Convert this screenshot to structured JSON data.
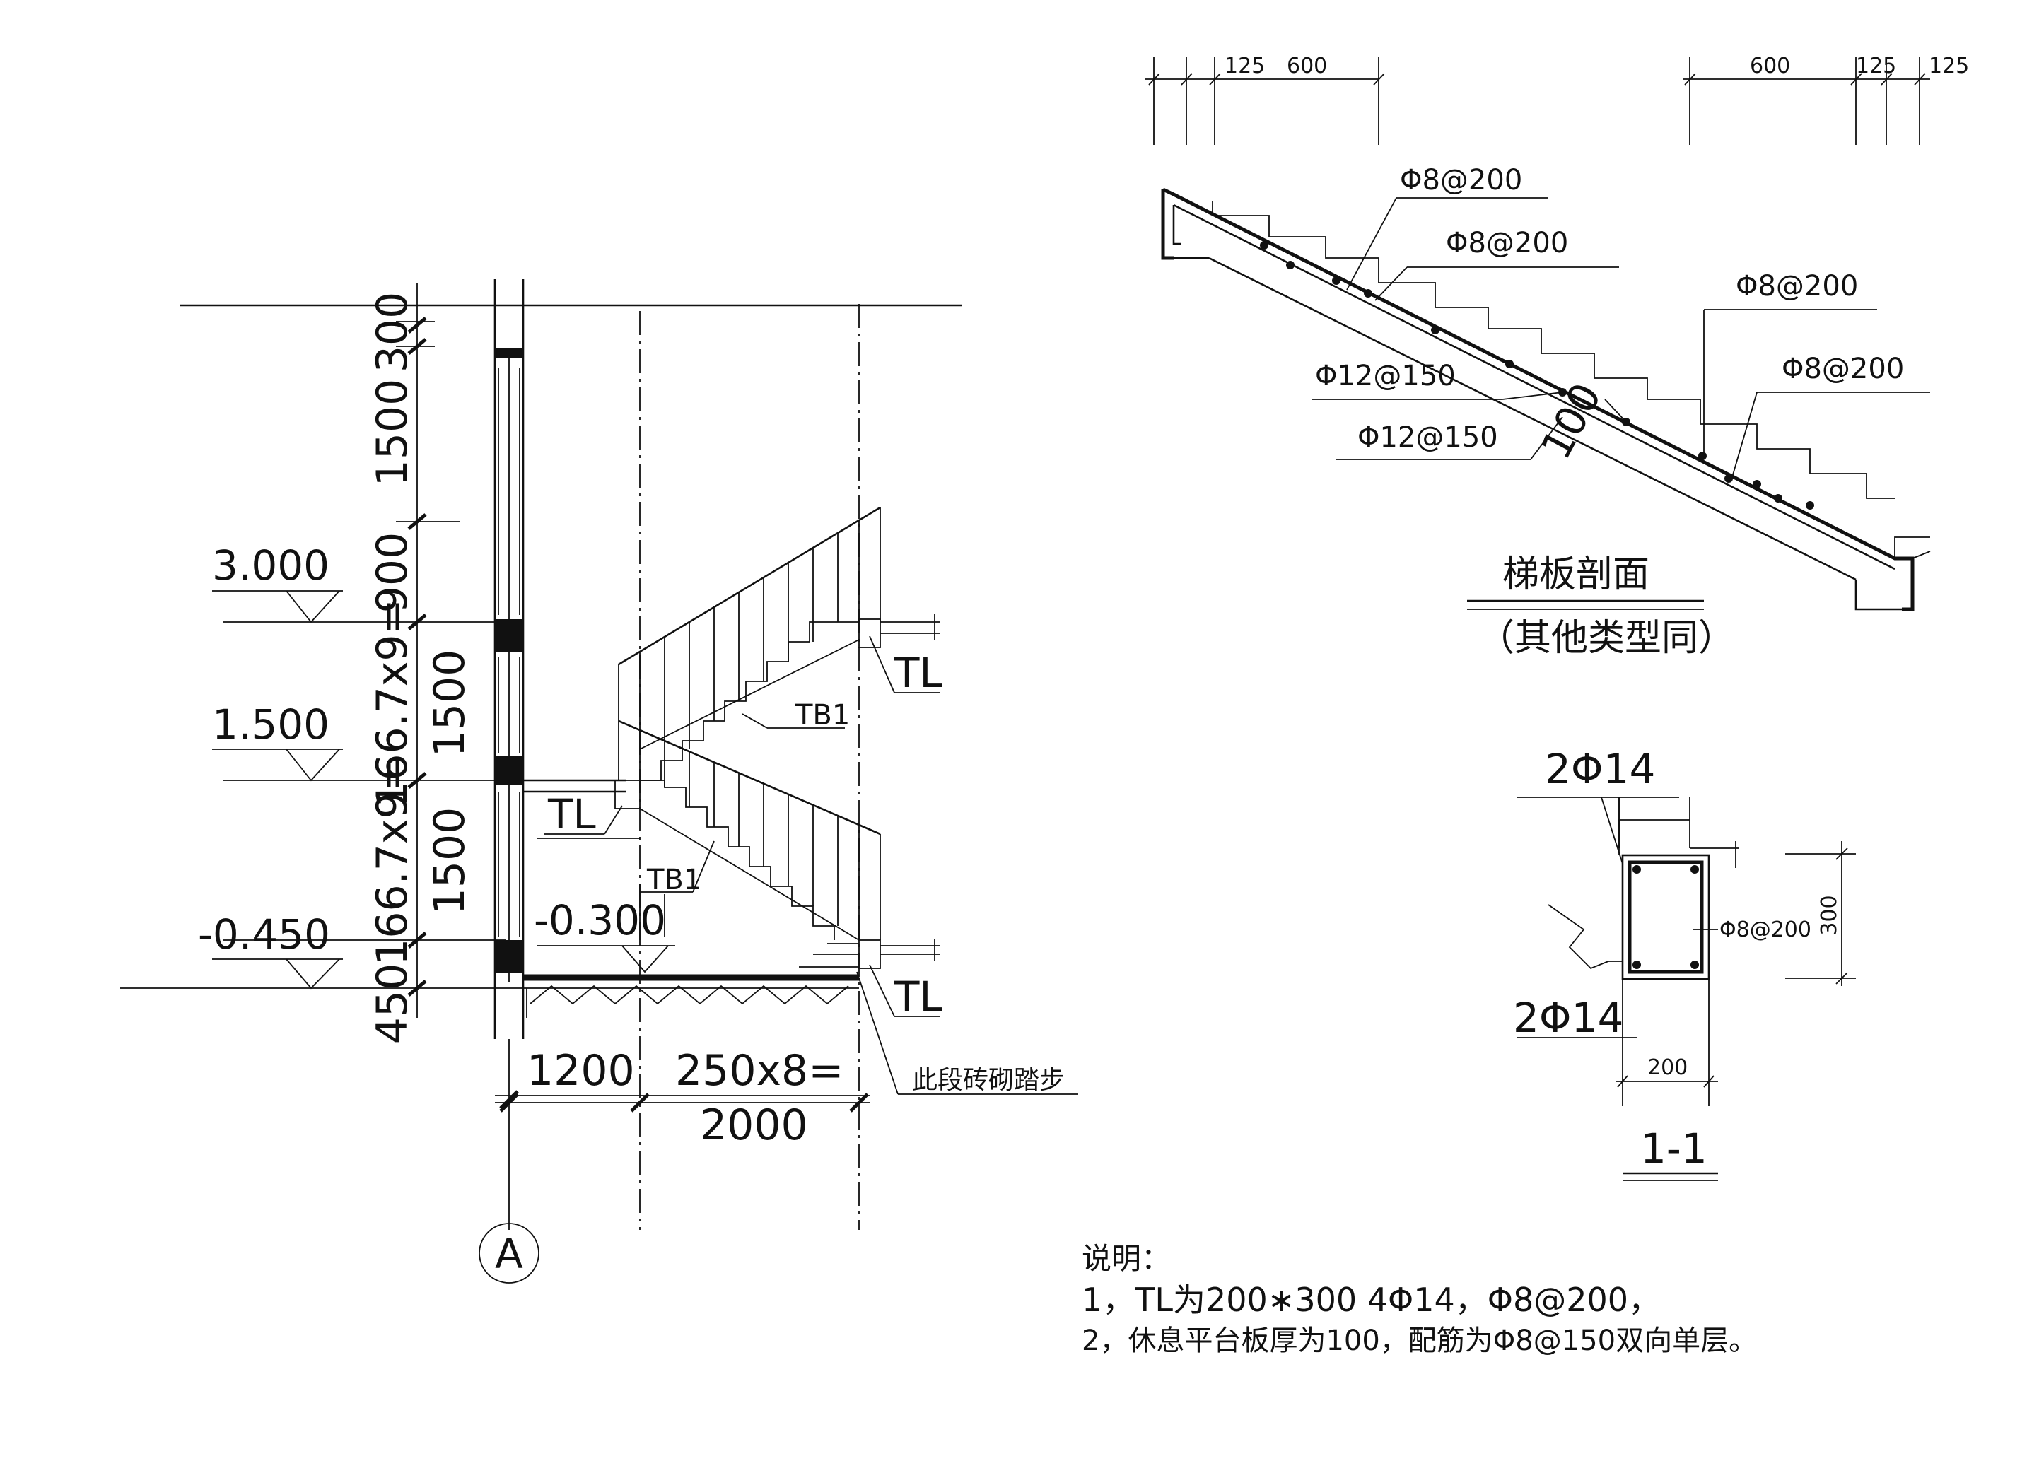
{
  "elevation": {
    "levels": [
      "3.000",
      "1.500",
      "-0.450",
      "-0.300"
    ],
    "vertical_dims": [
      "300",
      "1500",
      "900",
      "1500",
      "1500",
      "450"
    ],
    "vertical_formula_upper": "166.7x9=",
    "vertical_formula_lower": "166.7x9=",
    "horizontal_dims": [
      "1200",
      "250x8=",
      "2000"
    ],
    "tb_labels": [
      "TB1",
      "TB1"
    ],
    "tl_labels": [
      "TL",
      "TL",
      "TL"
    ],
    "brick_note": "此段砖砌踏步",
    "axis_label": "A"
  },
  "slab_section": {
    "top_dims_left": [
      "125",
      "600"
    ],
    "top_dims_right": [
      "600",
      "125",
      "125"
    ],
    "rebar_labels": [
      "Φ8@200",
      "Φ8@200",
      "Φ8@200",
      "Φ8@200",
      "Φ12@150",
      "Φ12@150"
    ],
    "thickness": "100",
    "title": "梯板剖面",
    "subtitle": "（其他类型同）"
  },
  "beam_section": {
    "top_bars": "2Φ14",
    "bottom_bars": "2Φ14",
    "stirrup": "Φ8@200",
    "height": "300",
    "width": "200",
    "title": "1-1"
  },
  "notes": {
    "heading": "说明：",
    "line1": "1，TL为200∗300  4Φ14，Φ8@200，",
    "line2": "2，休息平台板厚为100，配筋为Φ8@150双向单层。"
  }
}
